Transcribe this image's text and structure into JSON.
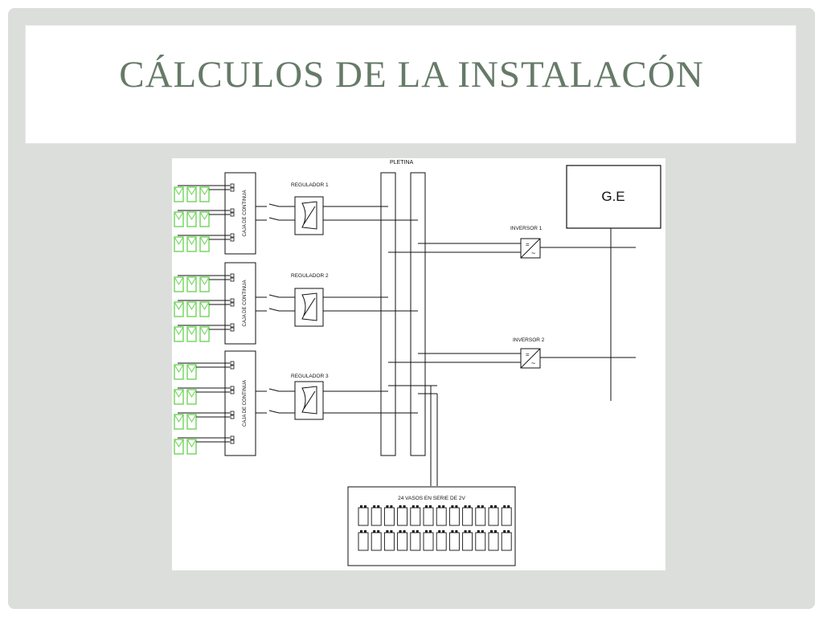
{
  "slide": {
    "title": "CÁLCULOS DE LA INSTALACÓN"
  },
  "diagram": {
    "busbar_label": "PLETINA",
    "generator_label": "G.E",
    "battery_label": "24 VASOS EN SERIE DE 2V",
    "combiner_boxes": [
      {
        "label": "CAJA DE CONTINUA"
      },
      {
        "label": "CAJA DE CONTINUA"
      },
      {
        "label": "CAJA DE CONTINUA"
      }
    ],
    "regulators": [
      {
        "label": "REGULADOR 1"
      },
      {
        "label": "REGULADOR 2"
      },
      {
        "label": "REGULADOR 3"
      }
    ],
    "inverters": [
      {
        "label": "INVERSOR 1"
      },
      {
        "label": "INVERSOR 2"
      }
    ],
    "inverter_symbol_top": "=",
    "inverter_symbol_bottom": "~",
    "panel_color": "#6fd45a",
    "line_color": "#111111"
  }
}
